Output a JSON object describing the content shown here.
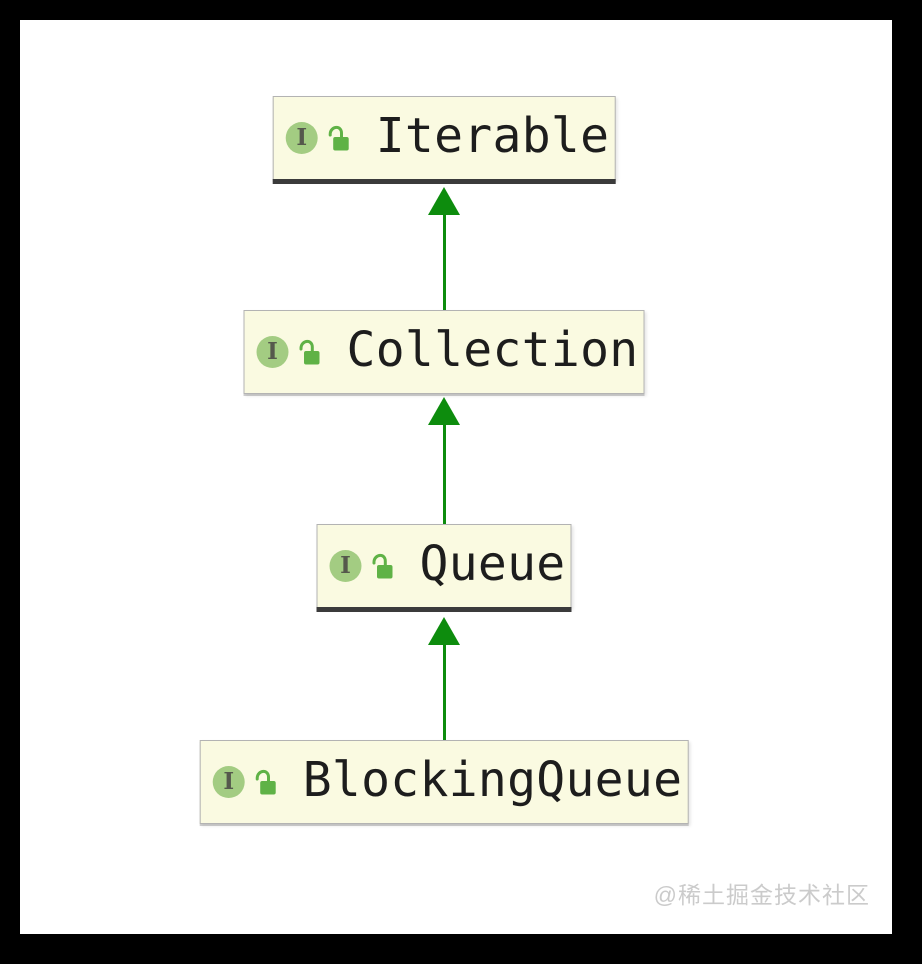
{
  "diagram": {
    "type": "type-hierarchy",
    "direction": "children-point-up-to-parents",
    "nodes": [
      {
        "label": "Iterable",
        "kind": "interface",
        "visibility": "public",
        "underlined": true
      },
      {
        "label": "Collection",
        "kind": "interface",
        "visibility": "public",
        "underlined": false
      },
      {
        "label": "Queue",
        "kind": "interface",
        "visibility": "public",
        "underlined": true
      },
      {
        "label": "BlockingQueue",
        "kind": "interface",
        "visibility": "public",
        "underlined": false
      }
    ],
    "edges": [
      {
        "from": "Collection",
        "to": "Iterable",
        "relation": "extends"
      },
      {
        "from": "Queue",
        "to": "Collection",
        "relation": "extends"
      },
      {
        "from": "BlockingQueue",
        "to": "Queue",
        "relation": "extends"
      }
    ],
    "icons": {
      "interface_letter": "I",
      "interface_badge": "interface-icon",
      "visibility_badge": "unlocked-padlock-icon"
    },
    "colors": {
      "frame_background": "#000000",
      "panel_background": "#ffffff",
      "node_background": "#fafae1",
      "node_border": "#b3b3b3",
      "selection_underline": "#3b3b3b",
      "interface_badge_fill": "#a3cc82",
      "interface_letter_color": "#55584c",
      "lock_green": "#5fb246",
      "arrow_green": "#0d8c0d",
      "label_color": "#1d1d1d",
      "watermark_color": "#cbcbcb"
    }
  },
  "watermark": {
    "text": "@稀土掘金技术社区"
  }
}
